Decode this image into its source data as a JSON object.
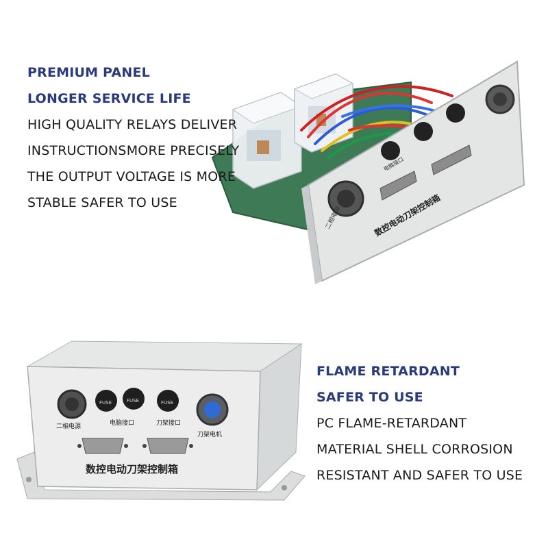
{
  "top_features": {
    "headings": [
      "PREMIUM PANEL",
      "LONGER SERVICE LIFE"
    ],
    "lines": [
      "HIGH QUALITY RELAYS DELIVER",
      "INSTRUCTIONSMORE PRECISELY",
      "THE OUTPUT VOLTAGE IS MORE",
      "STABLE SAFER TO USE"
    ]
  },
  "bottom_features": {
    "headings": [
      "FLAME RETARDANT",
      "SAFER TO USE"
    ],
    "lines": [
      "PC FLAME-RETARDANT",
      "MATERIAL SHELL CORROSION",
      "RESISTANT AND SAFER TO USE"
    ]
  },
  "product_photos": {
    "panel": {
      "front_label": "数控电动刀架控制箱",
      "left_label": "二相电源",
      "connector_label": "电脑接口"
    },
    "box": {
      "front_label": "数控电动刀架控制箱",
      "labels": [
        "二相电源",
        "电脑接口",
        "刀架接口",
        "刀架电机"
      ],
      "fuse_text": "FUSE"
    }
  },
  "colors": {
    "heading": "#2b3a78",
    "body": "#1a1a1a",
    "panel": "#e4e6e6",
    "box": "#e9ebea"
  }
}
